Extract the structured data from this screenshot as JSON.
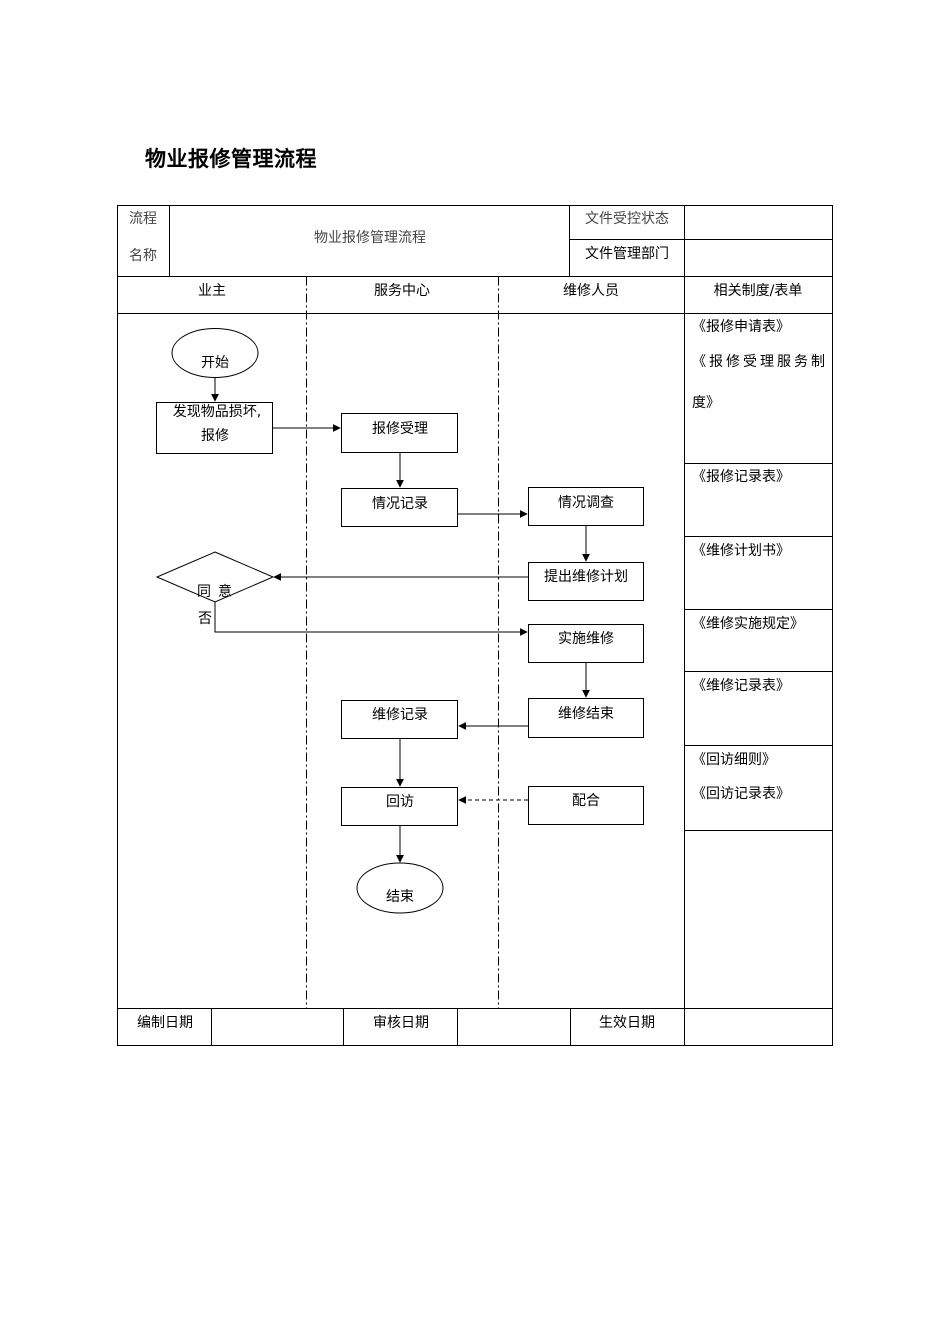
{
  "title": "物业报修管理流程",
  "header": {
    "process_label_1": "流程",
    "process_label_2": "名称",
    "process_name": "物业报修管理流程",
    "control_status_label": "文件受控状态",
    "control_status_value": "",
    "dept_label": "文件管理部门",
    "dept_value": ""
  },
  "columns": {
    "owner": "业主",
    "service": "服务中心",
    "repair": "维修人员",
    "refs": "相关制度/表单"
  },
  "nodes": {
    "start": "开始",
    "discover_1": "发现物品损坏,",
    "discover_2": "报修",
    "accept": "报修受理",
    "record": "情况记录",
    "investigate": "情况调查",
    "plan": "提出维修计划",
    "agree_1": "同",
    "agree_2": "意",
    "no": "否",
    "implement": "实施维修",
    "finish": "维修结束",
    "repair_record": "维修记录",
    "revisit": "回访",
    "cooperate": "配合",
    "end": "结束"
  },
  "references": {
    "r1a": "《报修申请表》",
    "r1b": "《报修受理服务制",
    "r1c": "度》",
    "r2": "《报修记录表》",
    "r3": "《维修计划书》",
    "r4": "《维修实施规定》",
    "r5": "《维修记录表》",
    "r6a": "《回访细则》",
    "r6b": "《回访记录表》"
  },
  "footer": {
    "compile_label": "编制日期",
    "compile_value": "",
    "review_label": "审核日期",
    "review_value": "",
    "effective_label": "生效日期",
    "effective_value": ""
  }
}
